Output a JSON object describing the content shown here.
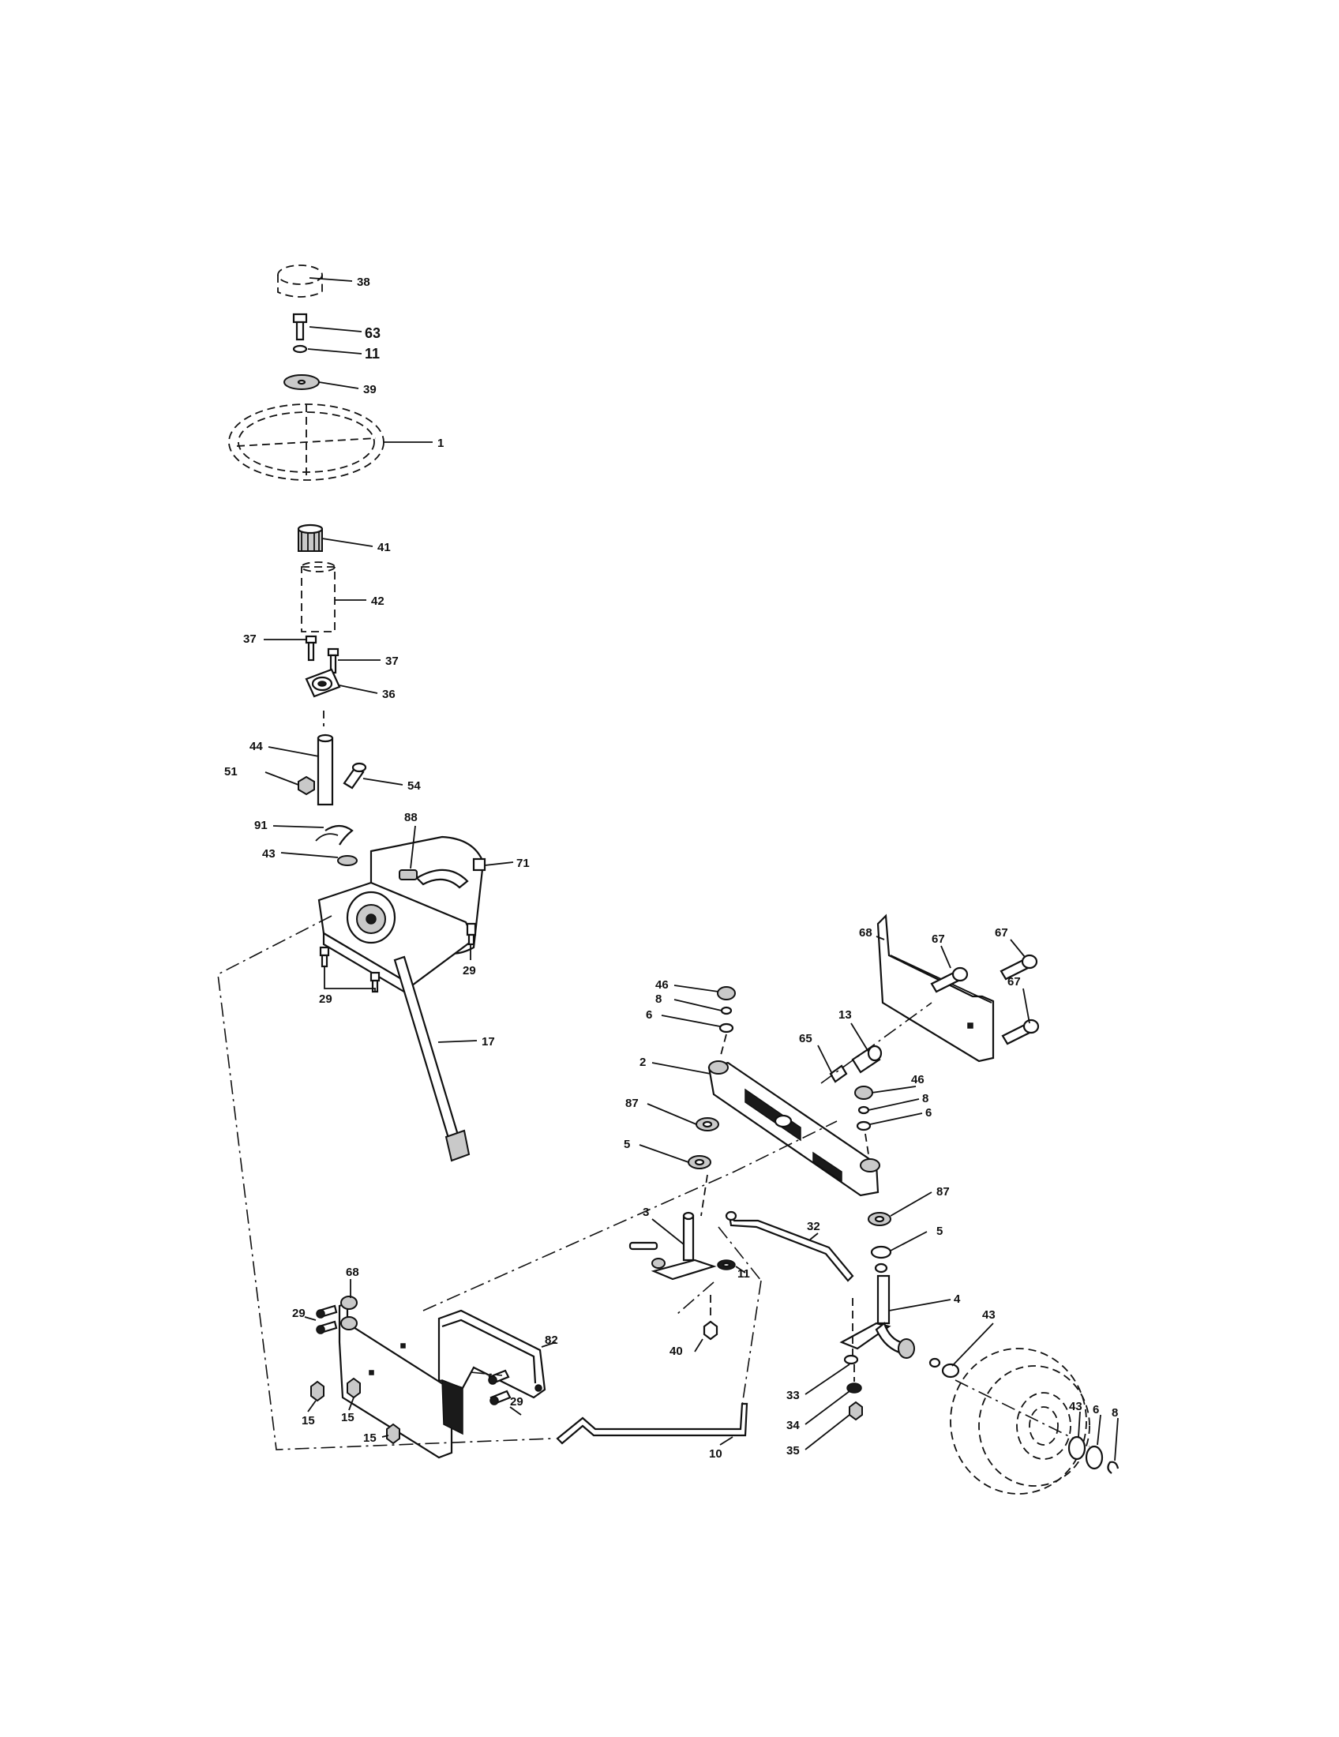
{
  "diagram": {
    "labels": {
      "l38": "38",
      "l63": "63",
      "l11a": "11",
      "l39": "39",
      "l1": "1",
      "l41": "41",
      "l42": "42",
      "l37a": "37",
      "l37b": "37",
      "l36": "36",
      "l44": "44",
      "l51": "51",
      "l54": "54",
      "l91": "91",
      "l88": "88",
      "l43a": "43",
      "l71": "71",
      "l29a": "29",
      "l29b": "29",
      "l17": "17",
      "l68a": "68",
      "l67a": "67",
      "l67b": "67",
      "l67c": "67",
      "l46a": "46",
      "l8a": "8",
      "l6a": "6",
      "l13": "13",
      "l65": "65",
      "l2": "2",
      "l46b": "46",
      "l8b": "8",
      "l6b": "6",
      "l87a": "87",
      "l5a": "5",
      "l87b": "87",
      "l3": "3",
      "l32": "32",
      "l11b": "11",
      "l5b": "5",
      "l4": "4",
      "l68b": "68",
      "l29c": "29",
      "l82": "82",
      "l40": "40",
      "l43b": "43",
      "l29d": "29",
      "l15a": "15",
      "l15b": "15",
      "l15c": "15",
      "l10": "10",
      "l33": "33",
      "l34": "34",
      "l35": "35",
      "l43c": "43",
      "l6c": "6",
      "l8c": "8"
    }
  }
}
